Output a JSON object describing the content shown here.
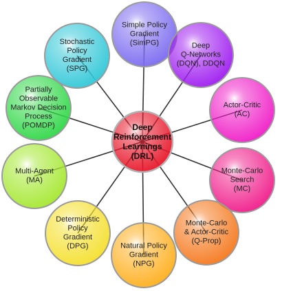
{
  "center": {
    "text": "Deep\nReinforcement\nLearnings\n(DRL)",
    "color": "#e8192c",
    "border": "#b0b0b0"
  },
  "nodes": [
    {
      "id": "simpg",
      "text": "Simple Policy\nGradient\n(SimPG)",
      "color": "#7c6cf0"
    },
    {
      "id": "dqn",
      "text": "Deep\nQ-Networks\n(DQN), DDQN",
      "color": "#a020f0"
    },
    {
      "id": "ac",
      "text": "Actor-Critic\n(AC)",
      "color": "#f020c8"
    },
    {
      "id": "mc",
      "text": "Monte-Carlo\nSearch\n(MC)",
      "color": "#f0208c"
    },
    {
      "id": "qprop",
      "text": "Monte-Carlo\n& Actor-Critic\n(Q-Prop)",
      "color": "#f57a20"
    },
    {
      "id": "npg",
      "text": "Natural Policy\nGradient\n(NPG)",
      "color": "#ffb020"
    },
    {
      "id": "dpg",
      "text": "Deterministic\nPolicy\nGradient\n(DPG)",
      "color": "#f5e030"
    },
    {
      "id": "ma",
      "text": "Multi-Agent\n(MA)",
      "color": "#a6e833"
    },
    {
      "id": "pomdp",
      "text": "Partially\nObservable\nMarkov Decision\nProcess\n(POMDP)",
      "color": "#33d84a"
    },
    {
      "id": "spg",
      "text": "Stochastic\nPolicy\nGradient\n(SPG)",
      "color": "#33c8d8"
    }
  ]
}
